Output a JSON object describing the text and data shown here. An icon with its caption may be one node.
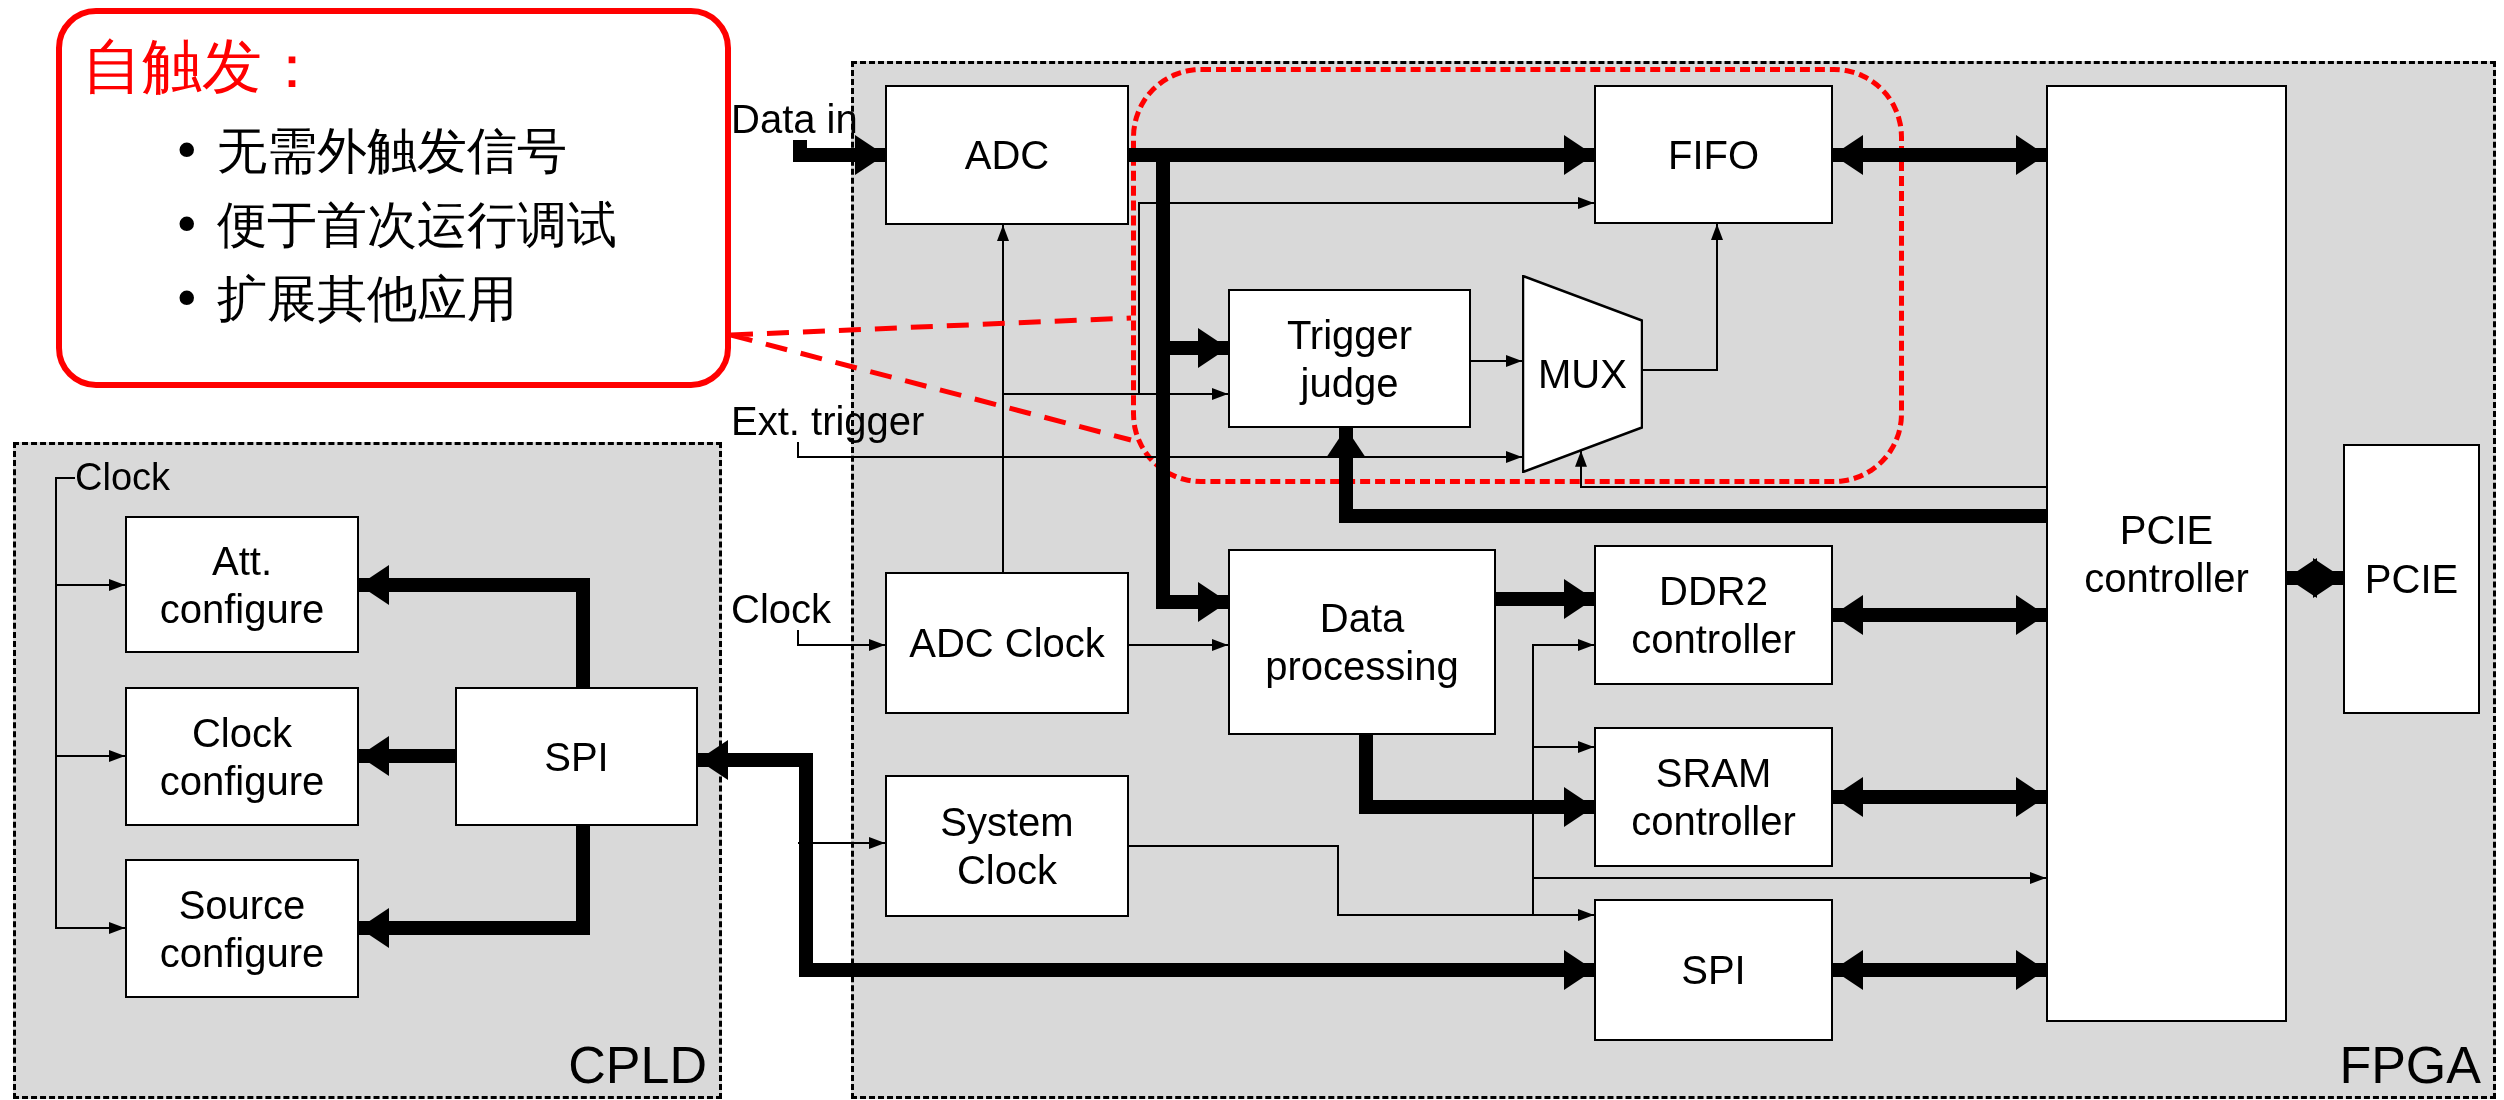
{
  "diagram": {
    "nodes": [
      {
        "text": [
          "自触发：",
          "• 无需外触发信号",
          "• 便于首次运行调试",
          "• 扩展其他应用"
        ]
      },
      {
        "text": [
          "Data in"
        ]
      },
      {
        "text": [
          "Ext. trigger"
        ]
      },
      {
        "text": [
          "Clock"
        ]
      },
      {
        "text": [
          "CPLD"
        ]
      },
      {
        "text": [
          "Clock"
        ],
        "in": 4
      },
      {
        "text": [
          "Att. configure"
        ],
        "in": 4
      },
      {
        "text": [
          "Clock configure"
        ],
        "in": 4
      },
      {
        "text": [
          "Source configure"
        ],
        "in": 4
      },
      {
        "text": [
          "SPI"
        ],
        "in": 4
      },
      {
        "text": [
          "FPGA"
        ]
      },
      {
        "text": [
          "ADC"
        ],
        "in": 10
      },
      {
        "text": [],
        "shape": "box",
        "in": 10
      },
      {
        "text": [
          "FIFO"
        ],
        "in": 12
      },
      {
        "text": [
          "Trigger judge"
        ],
        "in": 12
      },
      {
        "text": [
          "MUX"
        ],
        "in": 12
      },
      {
        "text": [
          "ADC Clock"
        ],
        "in": 10
      },
      {
        "text": [
          "System Clock"
        ],
        "in": 10
      },
      {
        "text": [
          "Data processing"
        ],
        "in": 10
      },
      {
        "text": [
          "DDR2 controller"
        ],
        "in": 10
      },
      {
        "text": [
          "SRAM controller"
        ],
        "in": 10
      },
      {
        "text": [
          "SPI"
        ],
        "in": 10
      },
      {
        "text": [
          "PCIE controller"
        ],
        "in": 10
      },
      {
        "text": [
          "PCIE"
        ],
        "in": 10
      }
    ],
    "edges": [
      {
        "from": 1,
        "to": 11,
        "arrow": "to",
        "style": "thick"
      },
      {
        "from": 11,
        "to": 13,
        "arrow": "to",
        "style": "thick"
      },
      {
        "from": 11,
        "to": 14,
        "arrow": "to",
        "style": "thick"
      },
      {
        "from": 11,
        "to": 18,
        "arrow": "to",
        "style": "thick"
      },
      {
        "from": 13,
        "to": 22,
        "arrow": "both",
        "style": "thick"
      },
      {
        "from": 16,
        "to": 11,
        "arrow": "to"
      },
      {
        "from": 16,
        "to": 14,
        "arrow": "to"
      },
      {
        "from": 16,
        "to": 13,
        "arrow": "to"
      },
      {
        "from": 16,
        "to": 18,
        "arrow": "to"
      },
      {
        "from": 14,
        "to": 15,
        "arrow": "to"
      },
      {
        "from": 15,
        "to": 13,
        "arrow": "to"
      },
      {
        "from": 2,
        "to": 15,
        "arrow": "to"
      },
      {
        "from": 22,
        "to": 15,
        "arrow": "to"
      },
      {
        "from": 22,
        "to": 14,
        "arrow": "to",
        "style": "thick"
      },
      {
        "from": 3,
        "to": 16,
        "arrow": "to"
      },
      {
        "from": null,
        "to": 17,
        "arrow": "to"
      },
      {
        "from": 17,
        "to": 19,
        "arrow": "to"
      },
      {
        "from": 17,
        "to": 20,
        "arrow": "to"
      },
      {
        "from": 17,
        "to": 22,
        "arrow": "to"
      },
      {
        "from": 17,
        "to": 21,
        "arrow": "to"
      },
      {
        "from": 18,
        "to": 19,
        "arrow": "to",
        "style": "thick"
      },
      {
        "from": 18,
        "to": 20,
        "arrow": "to",
        "style": "thick"
      },
      {
        "from": 19,
        "to": 22,
        "arrow": "both",
        "style": "thick"
      },
      {
        "from": 20,
        "to": 22,
        "arrow": "both",
        "style": "thick"
      },
      {
        "from": 21,
        "to": 22,
        "arrow": "both",
        "style": "thick"
      },
      {
        "from": 22,
        "to": 23,
        "arrow": "both",
        "style": "thick"
      },
      {
        "from": 9,
        "to": 21,
        "arrow": "both",
        "style": "thick"
      },
      {
        "from": 9,
        "to": 6,
        "arrow": "to",
        "style": "thick"
      },
      {
        "from": 9,
        "to": 7,
        "arrow": "to",
        "style": "thick"
      },
      {
        "from": 9,
        "to": 8,
        "arrow": "to",
        "style": "thick"
      },
      {
        "from": 5,
        "to": 6,
        "arrow": "to"
      },
      {
        "from": 5,
        "to": 7,
        "arrow": "to"
      },
      {
        "from": 5,
        "to": 8,
        "arrow": "to"
      },
      {
        "from": 0,
        "to": 12,
        "arrow": "none",
        "style": "dashed",
        "color": "#ff0000"
      }
    ]
  }
}
